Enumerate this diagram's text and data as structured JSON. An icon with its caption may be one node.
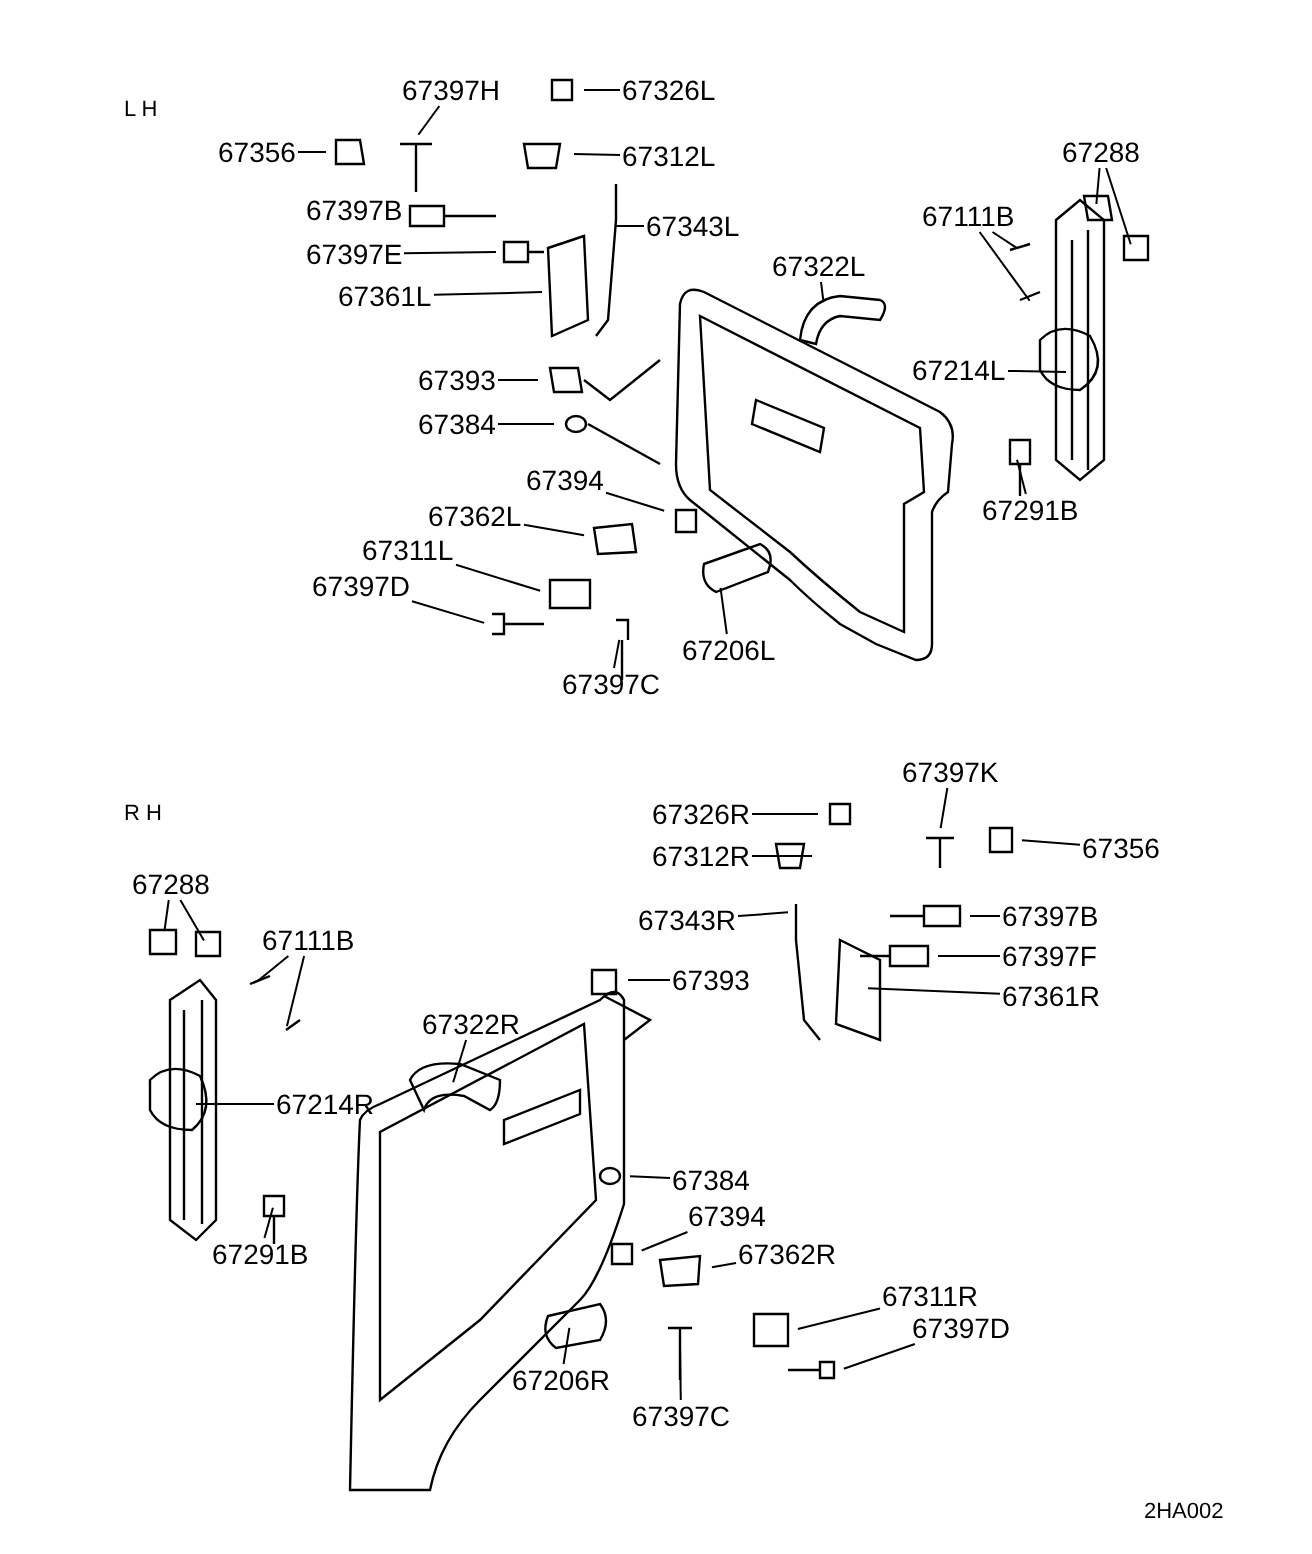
{
  "diagram": {
    "nodes": [
      {
        "text": [
          "67397H"
        ]
      },
      {
        "text": [
          "67356"
        ]
      },
      {
        "text": [
          "67326L"
        ]
      },
      {
        "text": [
          "67312L"
        ]
      },
      {
        "text": [
          "67397B"
        ]
      },
      {
        "text": [
          "67343L"
        ]
      },
      {
        "text": [
          "67397E"
        ]
      },
      {
        "text": [
          "67322L"
        ]
      },
      {
        "text": [
          "67111B"
        ]
      },
      {
        "text": [
          "67288"
        ]
      },
      {
        "text": [
          "67361L"
        ]
      },
      {
        "text": [
          "67214L"
        ]
      },
      {
        "text": [
          "67393"
        ]
      },
      {
        "text": [
          "67384"
        ]
      },
      {
        "text": [
          "67394"
        ]
      },
      {
        "text": [
          "67362L"
        ]
      },
      {
        "text": [
          "67311L"
        ]
      },
      {
        "text": [
          "67397D"
        ]
      },
      {
        "text": [
          "67206L"
        ]
      },
      {
        "text": [
          "67397C"
        ]
      },
      {
        "text": [
          "67291B"
        ]
      },
      {
        "text": [
          "67397K"
        ]
      },
      {
        "text": [
          "67326R"
        ]
      },
      {
        "text": [
          "67356"
        ]
      },
      {
        "text": [
          "67312R"
        ]
      },
      {
        "text": [
          "67288"
        ]
      },
      {
        "text": [
          "67397B"
        ]
      },
      {
        "text": [
          "67343R"
        ]
      },
      {
        "text": [
          "67111B"
        ]
      },
      {
        "text": [
          "67397F"
        ]
      },
      {
        "text": [
          "67393"
        ]
      },
      {
        "text": [
          "67361R"
        ]
      },
      {
        "text": [
          "67322R"
        ]
      },
      {
        "text": [
          "67214R"
        ]
      },
      {
        "text": [
          "67384"
        ]
      },
      {
        "text": [
          "67291B"
        ]
      },
      {
        "text": [
          "67394"
        ]
      },
      {
        "text": [
          "67362R"
        ]
      },
      {
        "text": [
          "67311R"
        ]
      },
      {
        "text": [
          "67397D"
        ]
      },
      {
        "text": [
          "67206R"
        ]
      },
      {
        "text": [
          "67397C"
        ]
      }
    ],
    "edges": [
      {
        "from": 0,
        "to": null,
        "arrow": "none"
      },
      {
        "from": 1,
        "to": null,
        "arrow": "none"
      },
      {
        "from": 2,
        "to": null,
        "arrow": "none"
      },
      {
        "from": 3,
        "to": null,
        "arrow": "none"
      },
      {
        "from": 4,
        "to": null,
        "arrow": "none"
      },
      {
        "from": 5,
        "to": null,
        "arrow": "none"
      },
      {
        "from": 6,
        "to": null,
        "arrow": "none"
      },
      {
        "from": 7,
        "to": null,
        "arrow": "none"
      },
      {
        "from": 8,
        "to": null,
        "arrow": "none"
      },
      {
        "from": 8,
        "to": null,
        "arrow": "none"
      },
      {
        "from": 9,
        "to": null,
        "arrow": "none"
      },
      {
        "from": 9,
        "to": null,
        "arrow": "none"
      },
      {
        "from": 10,
        "to": null,
        "arrow": "none"
      },
      {
        "from": 11,
        "to": null,
        "arrow": "none"
      },
      {
        "from": 12,
        "to": null,
        "arrow": "none"
      },
      {
        "from": 13,
        "to": null,
        "arrow": "none"
      },
      {
        "from": 14,
        "to": null,
        "arrow": "none"
      },
      {
        "from": 15,
        "to": null,
        "arrow": "none"
      },
      {
        "from": 16,
        "to": null,
        "arrow": "none"
      },
      {
        "from": 17,
        "to": null,
        "arrow": "none"
      },
      {
        "from": 18,
        "to": null,
        "arrow": "none"
      },
      {
        "from": 19,
        "to": null,
        "arrow": "none"
      },
      {
        "from": 20,
        "to": null,
        "arrow": "none"
      },
      {
        "from": 21,
        "to": null,
        "arrow": "none"
      },
      {
        "from": 22,
        "to": null,
        "arrow": "none"
      },
      {
        "from": 23,
        "to": null,
        "arrow": "none"
      },
      {
        "from": 24,
        "to": null,
        "arrow": "none"
      },
      {
        "from": 25,
        "to": null,
        "arrow": "none"
      },
      {
        "from": 25,
        "to": null,
        "arrow": "none"
      },
      {
        "from": 26,
        "to": null,
        "arrow": "none"
      },
      {
        "from": 27,
        "to": null,
        "arrow": "none"
      },
      {
        "from": 28,
        "to": null,
        "arrow": "none"
      },
      {
        "from": 28,
        "to": null,
        "arrow": "none"
      },
      {
        "from": 29,
        "to": null,
        "arrow": "none"
      },
      {
        "from": 30,
        "to": null,
        "arrow": "none"
      },
      {
        "from": 31,
        "to": null,
        "arrow": "none"
      },
      {
        "from": 32,
        "to": null,
        "arrow": "none"
      },
      {
        "from": 33,
        "to": null,
        "arrow": "none"
      },
      {
        "from": 34,
        "to": null,
        "arrow": "none"
      },
      {
        "from": 35,
        "to": null,
        "arrow": "none"
      },
      {
        "from": 36,
        "to": null,
        "arrow": "none"
      },
      {
        "from": 37,
        "to": null,
        "arrow": "none"
      },
      {
        "from": 38,
        "to": null,
        "arrow": "none"
      },
      {
        "from": 39,
        "to": null,
        "arrow": "none"
      },
      {
        "from": 40,
        "to": null,
        "arrow": "none"
      },
      {
        "from": 41,
        "to": null,
        "arrow": "none"
      }
    ],
    "labels": [
      "L H",
      "R H",
      "2HA002"
    ]
  }
}
